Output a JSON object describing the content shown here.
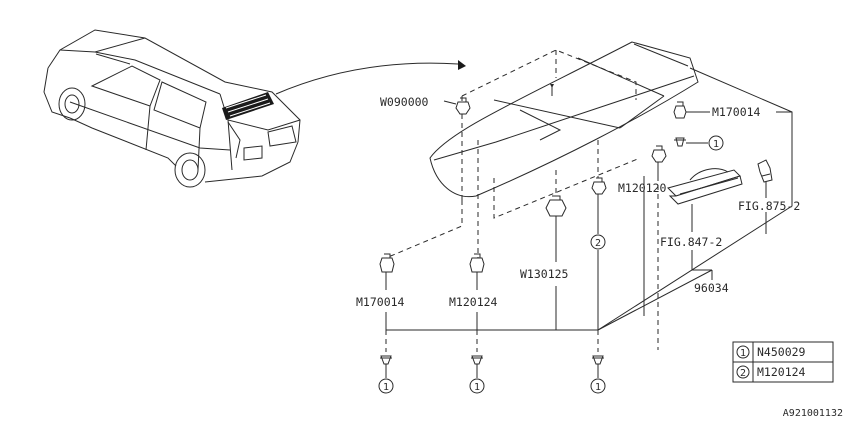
{
  "labels": {
    "w090000": "W090000",
    "m170014_top": "M170014",
    "m120120": "M120120",
    "fig875": "FIG.875-2",
    "fig847": "FIG.847-2",
    "w130125": "W130125",
    "m170014_bottom": "M170014",
    "m120124": "M120124",
    "p96034": "96034",
    "figure_code": "A921001132"
  },
  "callouts": {
    "one": "1",
    "two": "2"
  },
  "legend": [
    {
      "key": "1",
      "part": "N450029"
    },
    {
      "key": "2",
      "part": "M120124"
    }
  ]
}
